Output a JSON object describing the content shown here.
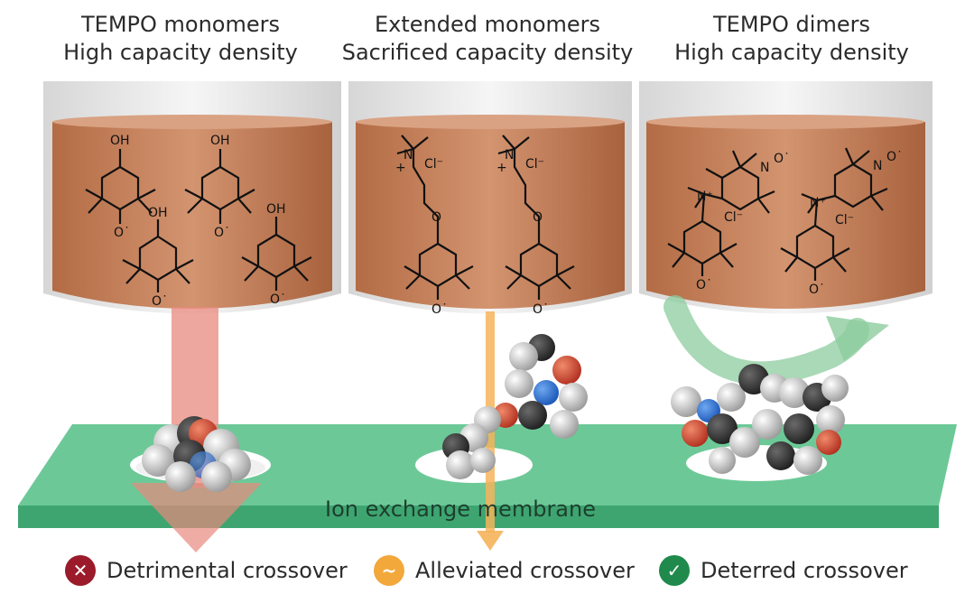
{
  "panels": [
    {
      "title_line1": "TEMPO monomers",
      "title_line2": "High capacity density"
    },
    {
      "title_line1": "Extended monomers",
      "title_line2": "Sacrificed capacity density"
    },
    {
      "title_line1": "TEMPO dimers",
      "title_line2": "High capacity density"
    }
  ],
  "chem": {
    "oh": "OH",
    "o_radical": "O˙",
    "n": "N",
    "o": "O",
    "cl": "Cl⁻",
    "n_plus": "N⁺",
    "plus": "+",
    "n_dot": "N"
  },
  "membrane": {
    "label": "Ion exchange membrane"
  },
  "legend": [
    {
      "symbol": "✕",
      "label": "Detrimental crossover",
      "color": "#9b1b2b"
    },
    {
      "symbol": "~",
      "label": "Alleviated crossover",
      "color": "#f2a83a"
    },
    {
      "symbol": "✓",
      "label": "Deterred crossover",
      "color": "#1f8a4c"
    }
  ],
  "colors": {
    "solution": "#c9835a",
    "membrane": "#5fc08f",
    "red_arrow": "#e8897f",
    "orange_arrow": "#f5b45a",
    "green_arrow": "#8ccc9e"
  }
}
